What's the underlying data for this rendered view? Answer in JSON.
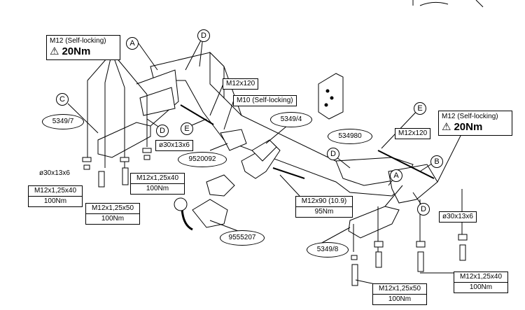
{
  "torque_boxes": {
    "left": {
      "spec": "M12 (Self-locking)",
      "torque": "20Nm"
    },
    "right": {
      "spec": "M12 (Self-locking)",
      "torque": "20Nm"
    }
  },
  "bolt_labels": {
    "m12x120_left": "M12x120",
    "m10_self_locking": "M10 (Self-locking)",
    "m12x120_right": "M12x120",
    "washer_left1": "ø30x13x6",
    "washer_left2": "ø30x13x6",
    "washer_right": "ø30x13x6"
  },
  "torque_specs": {
    "m12x125x40_left": {
      "bolt": "M12x1,25x40",
      "torque": "100Nm"
    },
    "m12x125x50_left": {
      "bolt": "M12x1,25x50",
      "torque": "100Nm"
    },
    "m12x125x40_mid": {
      "bolt": "M12x1,25x40",
      "torque": "100Nm"
    },
    "m12x90": {
      "bolt": "M12x90 (10.9)",
      "torque": "95Nm"
    },
    "m12x125x50_right": {
      "bolt": "M12x1,25x50",
      "torque": "100Nm"
    },
    "m12x125x40_right": {
      "bolt": "M12x1,25x40",
      "torque": "100Nm"
    }
  },
  "part_numbers": {
    "p5349_7": "5349/7",
    "p5349_4": "5349/4",
    "p534980": "534980",
    "p9520092": "9520092",
    "p9555207": "9555207",
    "p5349_8": "5349/8"
  },
  "callouts": {
    "A1": "A",
    "D1": "D",
    "C": "C",
    "D2": "D",
    "E1": "E",
    "E2": "E",
    "D3": "D",
    "B": "B",
    "A2": "A",
    "D4": "D"
  }
}
